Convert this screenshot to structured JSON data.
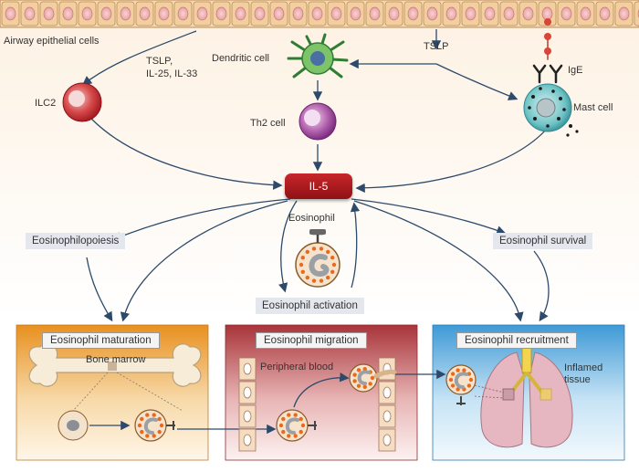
{
  "labels": {
    "epithelial": "Airway epithelial cells",
    "cytokines": "TSLP,\nIL-25, IL-33",
    "dendritic": "Dendritic cell",
    "tslp": "TSLP",
    "ige": "IgE",
    "ilc2": "ILC2",
    "th2": "Th2 cell",
    "mast": "Mast cell",
    "il5": "IL-5",
    "eosinophil": "Eosinophil"
  },
  "boxes": {
    "eosinophilopoiesis": "Eosinophilopoiesis",
    "activation": "Eosinophil activation",
    "survival": "Eosinophil survival"
  },
  "panels": {
    "maturation": {
      "title": "Eosinophil maturation",
      "sub": "Bone marrow"
    },
    "migration": {
      "title": "Eosinophil migration",
      "sub": "Peripheral blood"
    },
    "recruitment": {
      "title": "Eosinophil recruitment",
      "sub": "Inflamed\ntissue"
    }
  },
  "colors": {
    "il5": "#b71c1c",
    "maturation_panel": "#e8901f",
    "migration_panel": "#a8343a",
    "recruitment_panel": "#3f9ad6",
    "eosinophil_granule": "#e96a1e"
  }
}
